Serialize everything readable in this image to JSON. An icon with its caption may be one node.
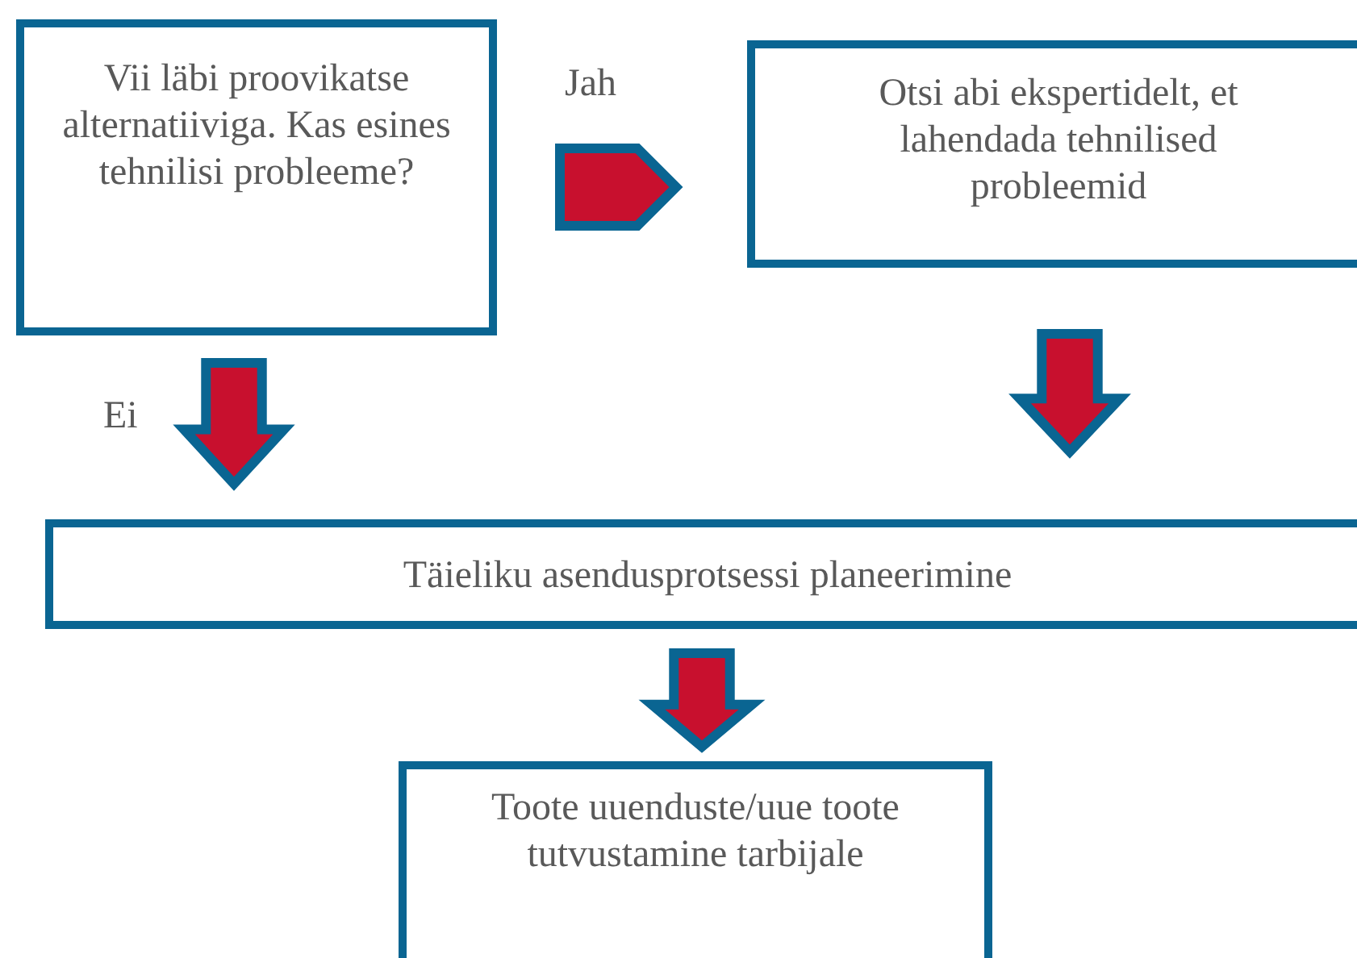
{
  "diagram": {
    "nodes": [
      {
        "text": [
          "Vii läbi proovikatse alternatiiviga. Kas esines tehnilisi probleeme?"
        ]
      },
      {
        "text": [
          "Otsi abi ekspertidelt, et lahendada tehnilised probleemid"
        ]
      },
      {
        "text": [
          "Täieliku asendusprotsessi planeerimine"
        ]
      },
      {
        "text": [
          "Toote uuenduste/uue toote tutvustamine tarbijale"
        ]
      }
    ],
    "edges": [
      {
        "from": 0,
        "to": 1,
        "arrow": "to",
        "label": "Jah"
      },
      {
        "from": 0,
        "to": 2,
        "arrow": "to",
        "label": "Ei"
      },
      {
        "from": 1,
        "to": 2,
        "arrow": "to"
      },
      {
        "from": 2,
        "to": 3,
        "arrow": "to"
      }
    ]
  }
}
